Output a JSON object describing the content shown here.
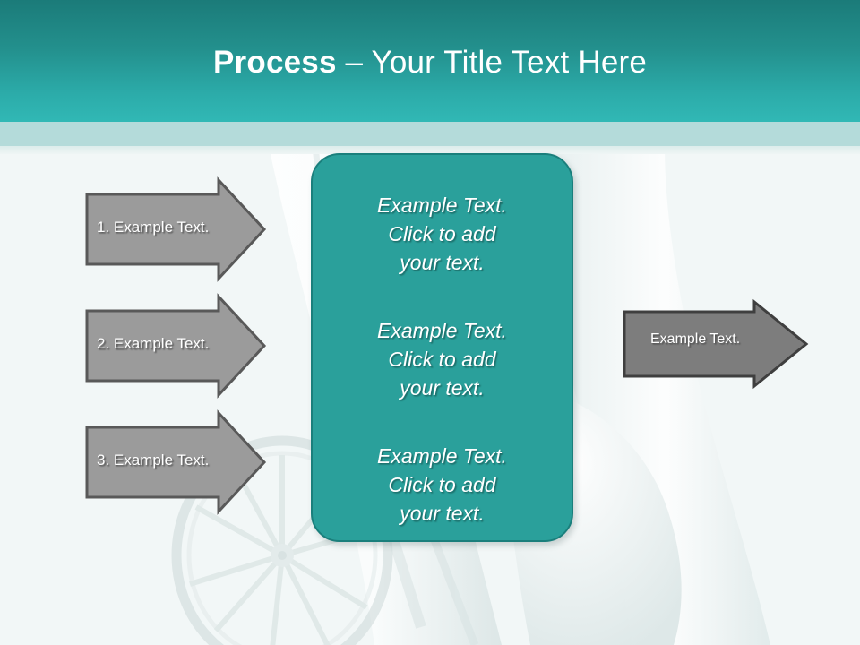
{
  "slide": {
    "background_color": "#F2F7F7",
    "header": {
      "gradient_from": "#1b7b79",
      "gradient_to": "#31b8b5",
      "underband_color": "#b4dbda",
      "title_bold": "Process",
      "title_separator": " – ",
      "title_regular": "Your Title Text Here"
    }
  },
  "input_arrows": {
    "fill_color": "#9b9b9b",
    "border_color": "#595959",
    "items": [
      {
        "label": "1. Example Text."
      },
      {
        "label": "2. Example Text."
      },
      {
        "label": "3. Example Text."
      }
    ]
  },
  "process_panel": {
    "fill_color": "#2aa09b",
    "border_color": "#1a7f7c",
    "blocks": [
      {
        "text": "Example Text.\nClick  to add\nyour text."
      },
      {
        "text": "Example Text.\nClick  to add\nyour text."
      },
      {
        "text": "Example Text.\nClick  to add\nyour text."
      }
    ]
  },
  "output_arrow": {
    "fill_color": "#7d7d7d",
    "border_color": "#3f3f3f",
    "label": "Example Text."
  }
}
